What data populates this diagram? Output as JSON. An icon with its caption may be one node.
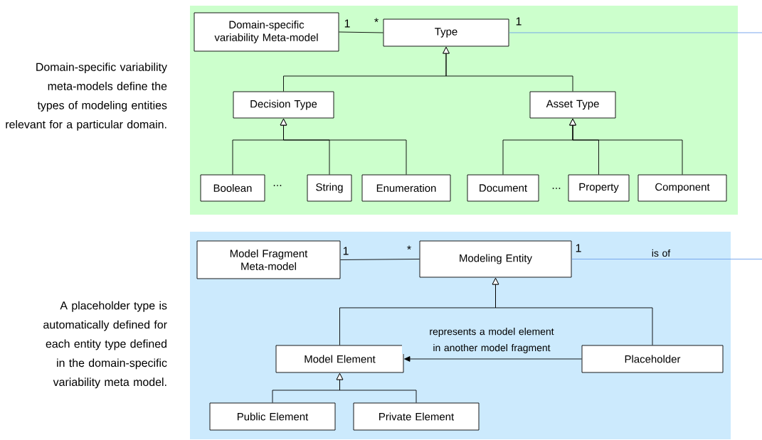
{
  "diagram": {
    "nodes": [
      {
        "text": [],
        "shape": "box"
      },
      {
        "text": [
          "Domain-specific variability Meta-model"
        ],
        "in": 0
      },
      {
        "text": [
          "Type"
        ],
        "in": 0
      },
      {
        "text": [
          "Decision Type"
        ],
        "in": 0
      },
      {
        "text": [
          "Asset Type"
        ],
        "in": 0
      },
      {
        "text": [
          "Boolean"
        ],
        "in": 0
      },
      {
        "text": [
          "String"
        ],
        "in": 0
      },
      {
        "text": [
          "Enumeration"
        ],
        "in": 0
      },
      {
        "text": [
          "Document"
        ],
        "in": 0
      },
      {
        "text": [
          "Property"
        ],
        "in": 0
      },
      {
        "text": [
          "Component"
        ],
        "in": 0
      },
      {
        "text": [],
        "shape": "box"
      },
      {
        "text": [
          "Model Fragment Meta-model"
        ],
        "in": 11
      },
      {
        "text": [
          "Modeling Entity"
        ],
        "in": 11
      },
      {
        "text": [
          "Model Element"
        ],
        "in": 11
      },
      {
        "text": [
          "Placeholder"
        ],
        "in": 11
      },
      {
        "text": [
          "Public Element"
        ],
        "in": 11
      },
      {
        "text": [
          "Private Element"
        ],
        "in": 11
      }
    ],
    "edges": [
      {
        "from": 1,
        "to": 2,
        "arrow": "none"
      },
      {
        "from": 2,
        "to": null,
        "arrow": "none",
        "color": "#6d9eeb"
      },
      {
        "from": 3,
        "to": 2,
        "arrow": "to"
      },
      {
        "from": 4,
        "to": 2,
        "arrow": "to"
      },
      {
        "from": 5,
        "to": 3,
        "arrow": "to"
      },
      {
        "from": 6,
        "to": 3,
        "arrow": "to"
      },
      {
        "from": 7,
        "to": 3,
        "arrow": "to"
      },
      {
        "from": 8,
        "to": 4,
        "arrow": "to"
      },
      {
        "from": 9,
        "to": 4,
        "arrow": "to"
      },
      {
        "from": 10,
        "to": 4,
        "arrow": "to"
      },
      {
        "from": 12,
        "to": 13,
        "arrow": "none"
      },
      {
        "from": 13,
        "to": null,
        "arrow": "none",
        "label": "is of",
        "color": "#6d9eeb"
      },
      {
        "from": 14,
        "to": 13,
        "arrow": "to"
      },
      {
        "from": 15,
        "to": 13,
        "arrow": "to"
      },
      {
        "from": 15,
        "to": 14,
        "arrow": "to",
        "label": "represents a model element in another model fragment"
      },
      {
        "from": 16,
        "to": 14,
        "arrow": "to"
      },
      {
        "from": 17,
        "to": 14,
        "arrow": "to"
      }
    ],
    "labels": [
      "Domain-specific variability meta-models define the types of modeling entities relevant for a particular domain.",
      "1",
      "*",
      "1",
      "...",
      "...",
      "A placeholder type is automatically defined for each entity type defined in the domain-specific variability meta model.",
      "1",
      "*",
      "1"
    ]
  }
}
